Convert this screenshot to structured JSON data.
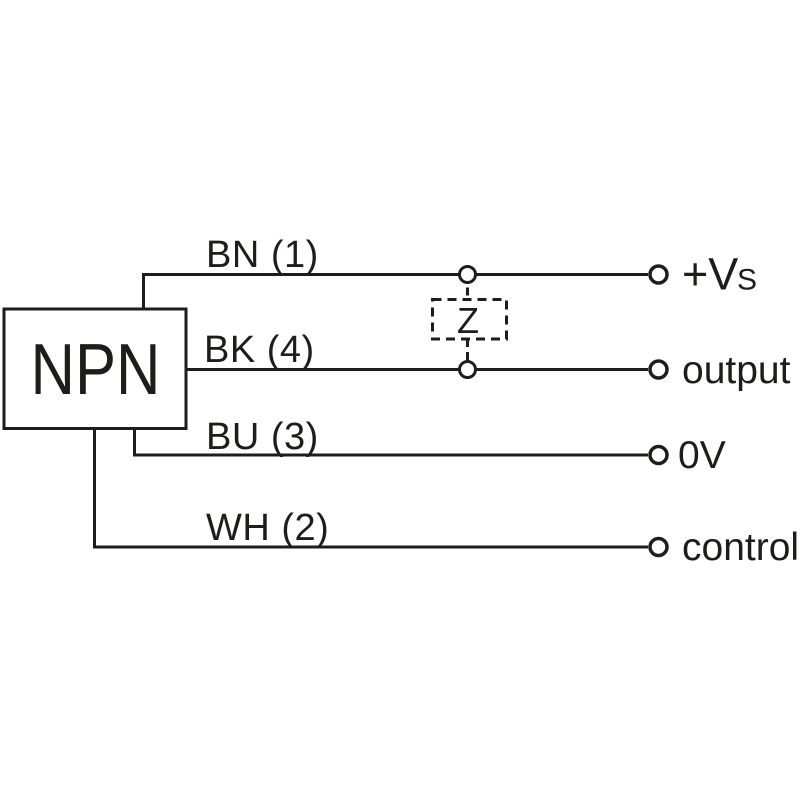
{
  "device": {
    "label": "NPN"
  },
  "impedance": {
    "label": "Z"
  },
  "wires": [
    {
      "id": "bn",
      "label": "BN (1)"
    },
    {
      "id": "bk",
      "label": "BK (4)"
    },
    {
      "id": "bu",
      "label": "BU (3)"
    },
    {
      "id": "wh",
      "label": "WH (2)"
    }
  ],
  "terminals": [
    {
      "id": "vs",
      "label": "+V",
      "label_sub": "S"
    },
    {
      "id": "output",
      "label": "output"
    },
    {
      "id": "zerov",
      "label": "0V"
    },
    {
      "id": "control",
      "label": "control"
    }
  ],
  "colors": {
    "line": "#1d1d1b",
    "background": "#ffffff"
  }
}
